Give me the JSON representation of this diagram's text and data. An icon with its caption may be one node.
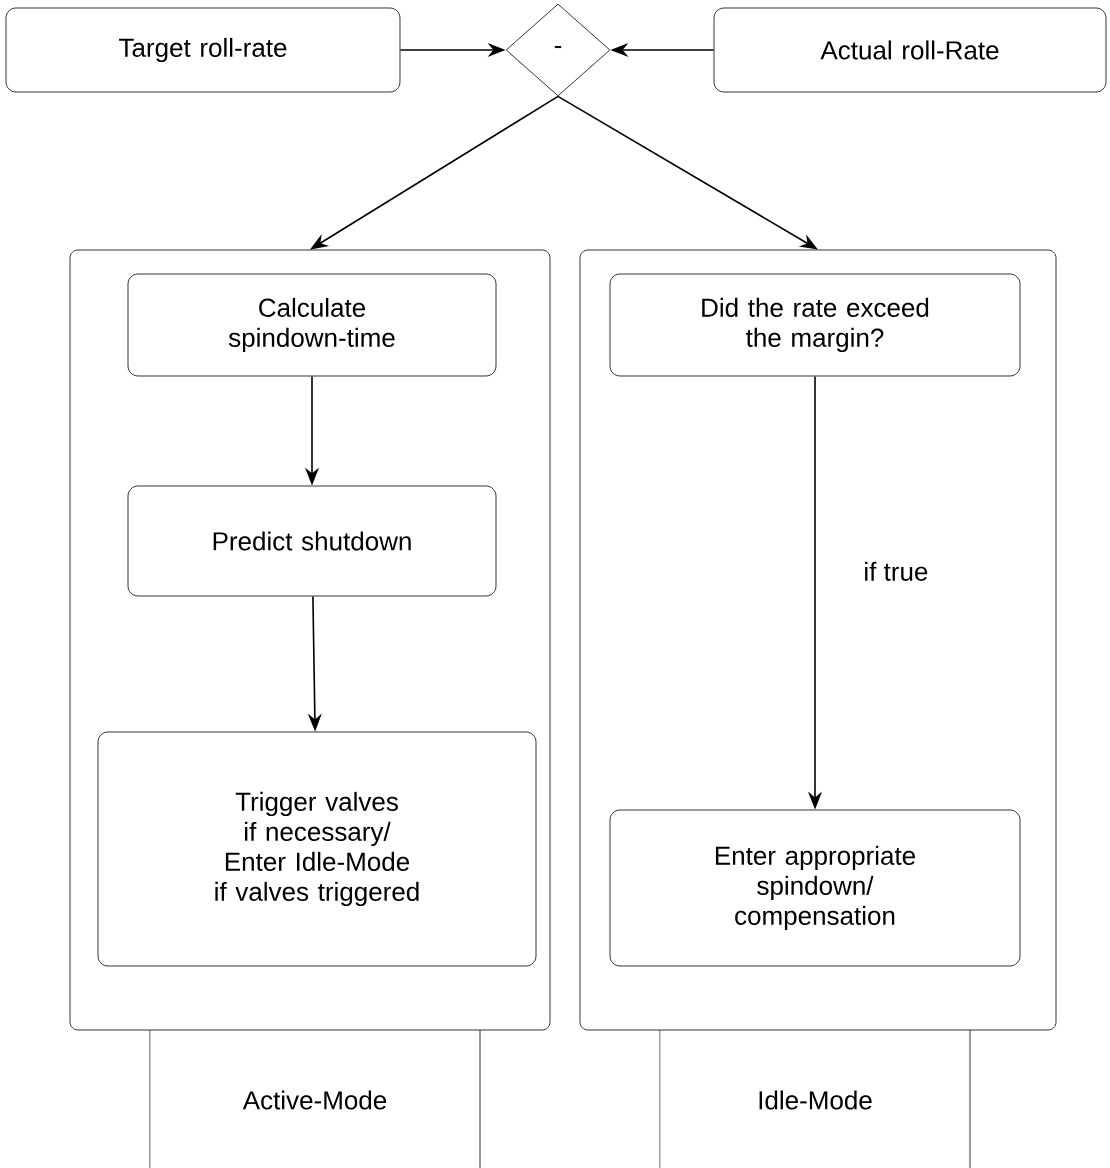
{
  "diagram": {
    "nodes": [
      {
        "text": [
          "Target roll-rate"
        ]
      },
      {
        "text": [
          "-"
        ]
      },
      {
        "text": [
          "Actual roll-Rate"
        ]
      },
      {
        "text": [],
        "shape": "box",
        "beside": [
          "Active-Mode"
        ]
      },
      {
        "text": [
          "Calculate spindown-time"
        ],
        "in": 3
      },
      {
        "text": [
          "Predict shutdown"
        ],
        "in": 3
      },
      {
        "text": [
          "Trigger valves if necessary/ Enter Idle-Mode if valves triggered"
        ],
        "in": 3
      },
      {
        "text": [],
        "shape": "box",
        "beside": [
          "Idle-Mode"
        ]
      },
      {
        "text": [
          "Did the rate exceed the margin?"
        ],
        "in": 7
      },
      {
        "text": [
          "Enter appropriate spindown/ compensation"
        ],
        "in": 7
      }
    ],
    "edges": [
      {
        "from": 0,
        "to": 1,
        "arrow": "to"
      },
      {
        "from": 2,
        "to": 1,
        "arrow": "to"
      },
      {
        "from": 1,
        "to": 3,
        "arrow": "to"
      },
      {
        "from": 1,
        "to": 7,
        "arrow": "to"
      },
      {
        "from": 4,
        "to": 5,
        "arrow": "to"
      },
      {
        "from": 5,
        "to": 6,
        "arrow": "to"
      },
      {
        "from": 8,
        "to": 9,
        "arrow": "to",
        "label": "if true"
      }
    ]
  }
}
